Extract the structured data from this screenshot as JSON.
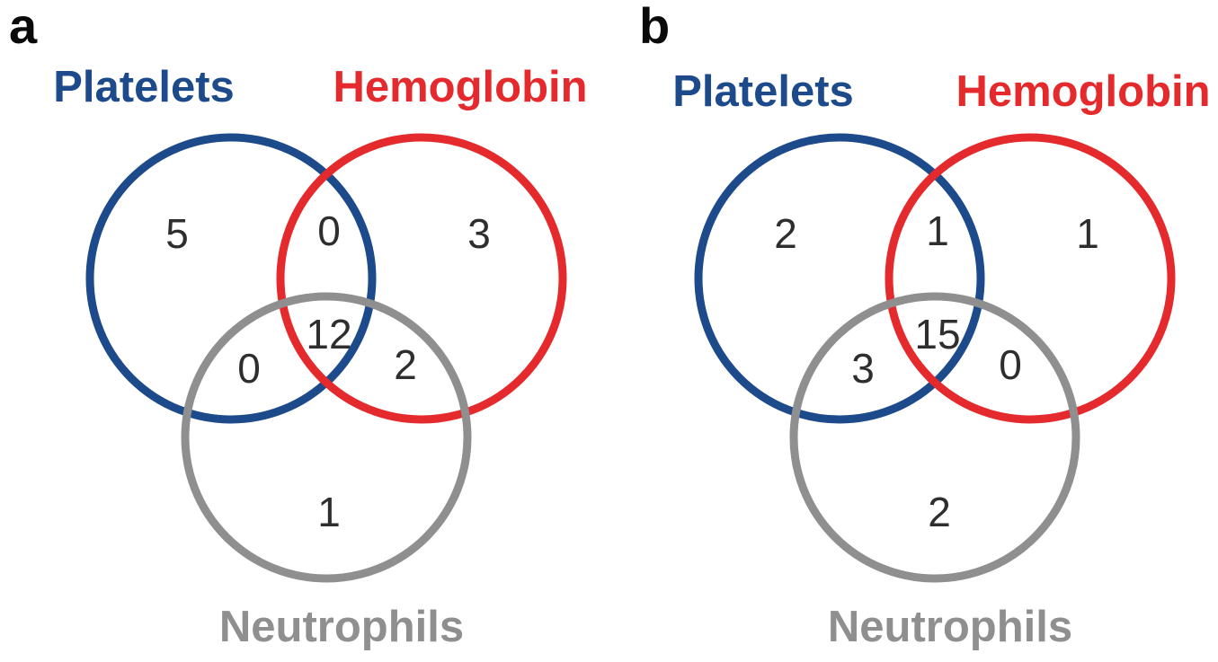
{
  "colors": {
    "platelets": "#1c4a8a",
    "hemoglobin": "#e42a2c",
    "neutrophils": "#8f8f8f",
    "count_text": "#2e2e2e",
    "panel_letter": "#0a0a0a",
    "background": "#ffffff"
  },
  "venn_data": {
    "type": "venn",
    "sets": [
      "Platelets",
      "Hemoglobin",
      "Neutrophils"
    ],
    "panels": [
      {
        "panel": "a",
        "regions": {
          "Platelets_only": 5,
          "Platelets_and_Hemoglobin": 0,
          "Hemoglobin_only": 3,
          "Platelets_and_Hemoglobin_and_Neutrophils": 12,
          "Platelets_and_Neutrophils": 0,
          "Hemoglobin_and_Neutrophils": 2,
          "Neutrophils_only": 1
        }
      },
      {
        "panel": "b",
        "regions": {
          "Platelets_only": 2,
          "Platelets_and_Hemoglobin": 1,
          "Hemoglobin_only": 1,
          "Platelets_and_Hemoglobin_and_Neutrophils": 15,
          "Platelets_and_Neutrophils": 3,
          "Hemoglobin_and_Neutrophils": 0,
          "Neutrophils_only": 2
        }
      }
    ]
  },
  "panels": [
    {
      "letter": "a",
      "set_labels": {
        "platelets": "Platelets",
        "hemoglobin": "Hemoglobin",
        "neutrophils": "Neutrophils"
      },
      "counts": {
        "platelets_only": "5",
        "platelets_hemoglobin": "0",
        "hemoglobin_only": "3",
        "all_three": "12",
        "platelets_neutrophils": "0",
        "hemoglobin_neutrophils": "2",
        "neutrophils_only": "1"
      }
    },
    {
      "letter": "b",
      "set_labels": {
        "platelets": "Platelets",
        "hemoglobin": "Hemoglobin",
        "neutrophils": "Neutrophils"
      },
      "counts": {
        "platelets_only": "2",
        "platelets_hemoglobin": "1",
        "hemoglobin_only": "1",
        "all_three": "15",
        "platelets_neutrophils": "3",
        "hemoglobin_neutrophils": "0",
        "neutrophils_only": "2"
      }
    }
  ]
}
